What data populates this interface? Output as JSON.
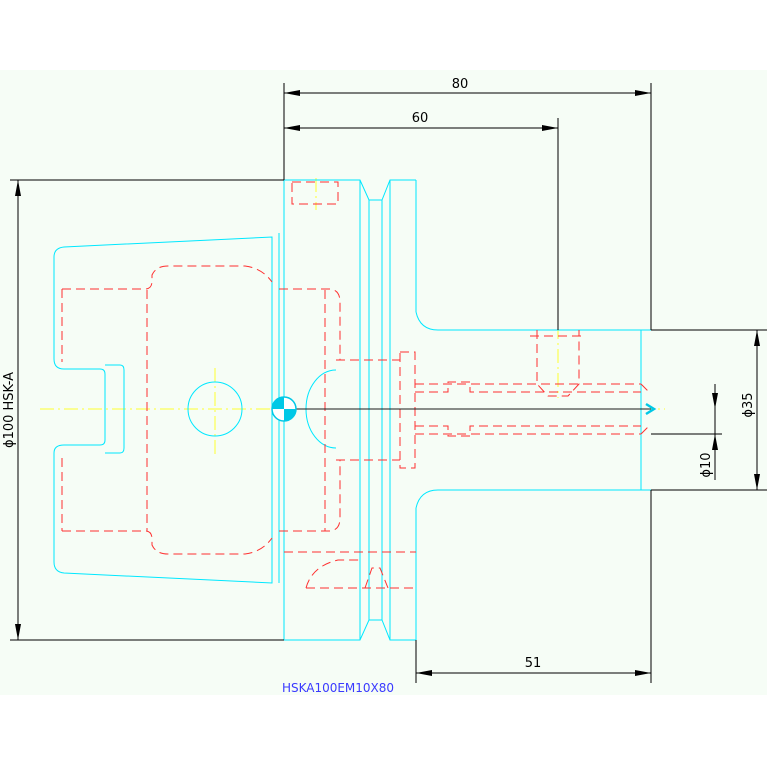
{
  "dimensions": {
    "overall_length": "80",
    "gauge_to_hole": "60",
    "flange_diameter": "ϕ100 HSK-A",
    "shank_diameter": "ϕ35",
    "bore_diameter": "ϕ10",
    "projection_length": "51"
  },
  "part_designation": "HSKA100EM10X80",
  "colors": {
    "background": "#ffffff",
    "outline": "#00e8ff",
    "hidden_lines": "#ff3030",
    "center_lines": "#ffff30",
    "dimension_lines": "#000000",
    "designation_text": "#3a3aff"
  }
}
